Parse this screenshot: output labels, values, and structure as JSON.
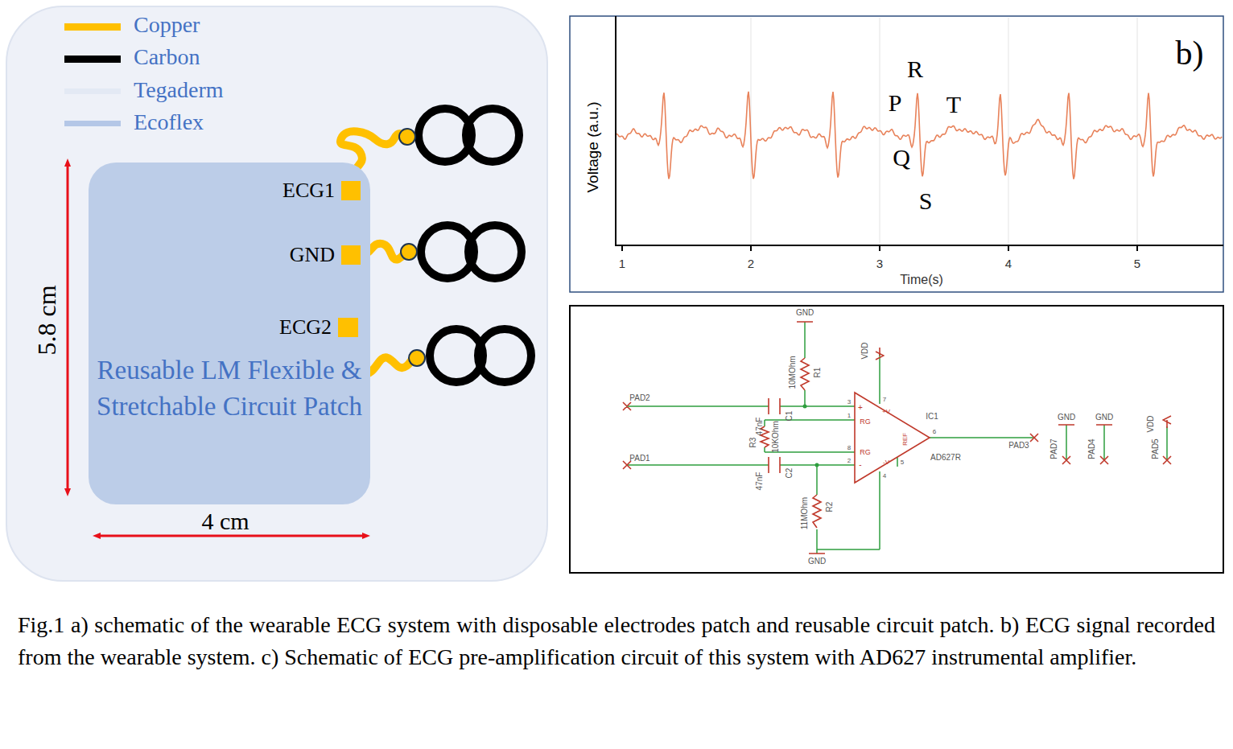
{
  "diagram": {
    "caption": "Fig.1 a) schematic of the wearable ECG system with disposable electrodes patch and reusable circuit patch. b) ECG signal recorded from the wearable system. c) Schematic of ECG pre-amplification circuit of this system with AD627 instrumental amplifier.",
    "nodes": [
      {
        "text": [
          "Reusable LM Flexible & Stretchable Circuit Patch"
        ]
      },
      {
        "text": [
          "ECG1"
        ],
        "in": 0
      },
      {
        "text": [
          "GND"
        ],
        "in": 0
      },
      {
        "text": [
          "ECG2"
        ],
        "in": 0
      }
    ],
    "labels": [
      "5.8 cm",
      "4 cm",
      "Voltage (a.u.)",
      "Time(s)",
      "1",
      "2",
      "3",
      "4",
      "5",
      "b)",
      "R",
      "P",
      "T",
      "Q",
      "S",
      "GND",
      "VDD",
      "10MOhm",
      "R1",
      "PAD2",
      "47nF",
      "C1",
      "R3",
      "10KOhm",
      "47nF",
      "C2",
      "PAD1",
      "11MOhm",
      "R2",
      "GND",
      "3",
      "1",
      "8",
      "2",
      "7",
      "4",
      "5",
      "6",
      "RG",
      "RG",
      "+",
      "-",
      "REF",
      "+V",
      "-V",
      "IC1",
      "AD627R",
      "PAD3",
      "GND",
      "GND",
      "VDD",
      "PAD7",
      "PAD4",
      "PAD5"
    ],
    "legend": [
      {
        "text": "Copper",
        "color": "#ffc000"
      },
      {
        "text": "Carbon",
        "color": "#000000"
      },
      {
        "text": "Tegaderm",
        "color": "#e3e9f4"
      },
      {
        "text": "Ecoflex",
        "color": "#b4c7e7"
      }
    ]
  }
}
